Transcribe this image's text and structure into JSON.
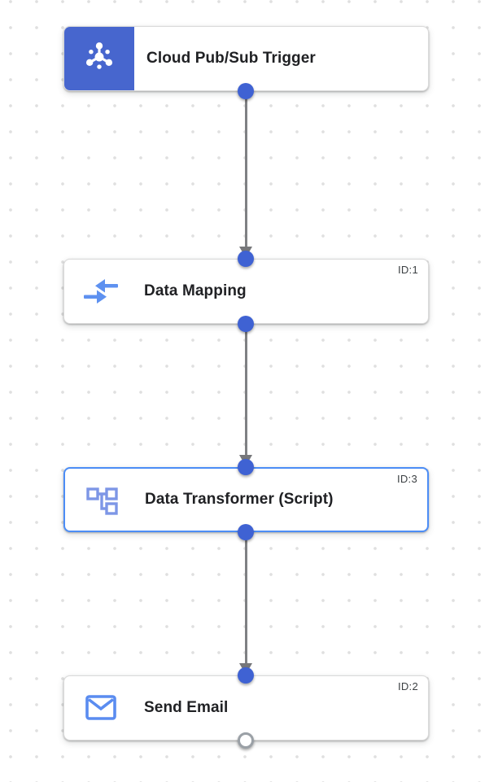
{
  "workflow": {
    "nodes": [
      {
        "title": "Cloud Pub/Sub Trigger",
        "id_label": "",
        "kind": "trigger",
        "icon": "pubsub-trigger-icon"
      },
      {
        "title": "Data Mapping",
        "id_label": "ID:1",
        "kind": "task",
        "icon": "data-mapping-icon"
      },
      {
        "title": "Data Transformer (Script)",
        "id_label": "ID:3",
        "kind": "task",
        "icon": "data-transformer-icon",
        "selected": true
      },
      {
        "title": "Send Email",
        "id_label": "ID:2",
        "kind": "task",
        "icon": "send-email-icon"
      }
    ],
    "edges": [
      {
        "from": "Cloud Pub/Sub Trigger",
        "to": "Data Mapping"
      },
      {
        "from": "Data Mapping",
        "to": "Data Transformer (Script)"
      },
      {
        "from": "Data Transformer (Script)",
        "to": "Send Email"
      }
    ],
    "colors": {
      "trigger_block_blue": "#4766ce",
      "port_blue": "#3f62d3",
      "edge_gray": "#7f8083",
      "selected_border_blue": "#4c8df6",
      "grid_dot_gray": "#e0e0e0",
      "title_text": "#202124",
      "id_text": "#3c4043",
      "mapping_icon_blue": "#5e91f0",
      "transformer_icon_blue": "#7d96e6",
      "email_icon_blue": "#5a8cf0"
    }
  }
}
